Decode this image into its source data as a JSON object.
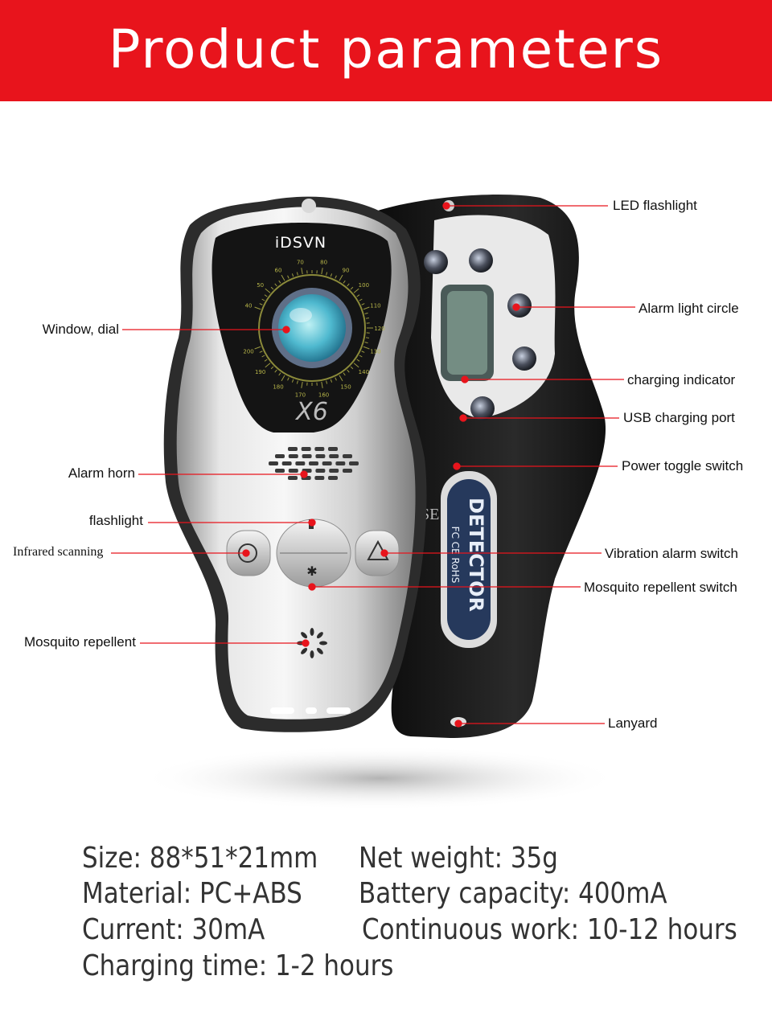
{
  "banner": {
    "title": "Product parameters"
  },
  "device_front": {
    "brand": "iDSVN",
    "model": "X6",
    "watermark": "YYS SE"
  },
  "device_back": {
    "badge_text": "DETECTOR",
    "cert_text": "FC CE RoHS"
  },
  "dial_ticks": [
    "40",
    "50",
    "60",
    "70",
    "80",
    "90",
    "100",
    "110",
    "120",
    "130",
    "140",
    "150",
    "160",
    "170",
    "180",
    "190",
    "200"
  ],
  "callouts": {
    "led_flashlight": "LED flashlight",
    "alarm_light_circle": "Alarm light circle",
    "window_dial": "Window, dial",
    "charging_indicator": "charging indicator",
    "usb_charging_port": "USB charging port",
    "alarm_horn": "Alarm horn",
    "power_toggle_switch": "Power toggle switch",
    "flashlight": "flashlight",
    "infrared_scanning": "Infrared scanning",
    "vibration_alarm_switch": "Vibration alarm switch",
    "mosquito_repellent_switch": "Mosquito repellent switch",
    "mosquito_repellent": "Mosquito repellent",
    "lanyard": "Lanyard"
  },
  "specs": {
    "size": "Size: 88*51*21mm",
    "net_weight": "Net weight: 35g",
    "material": "Material: PC+ABS",
    "battery_capacity": "Battery capacity: 400mA",
    "current": "Current: 30mA",
    "continuous_work": "Continuous work: 10-12 hours",
    "charging_time": "Charging time: 1-2 hours"
  },
  "colors": {
    "banner": "#e8141c",
    "callout_line": "#e8141c",
    "spec_text": "#333333"
  }
}
